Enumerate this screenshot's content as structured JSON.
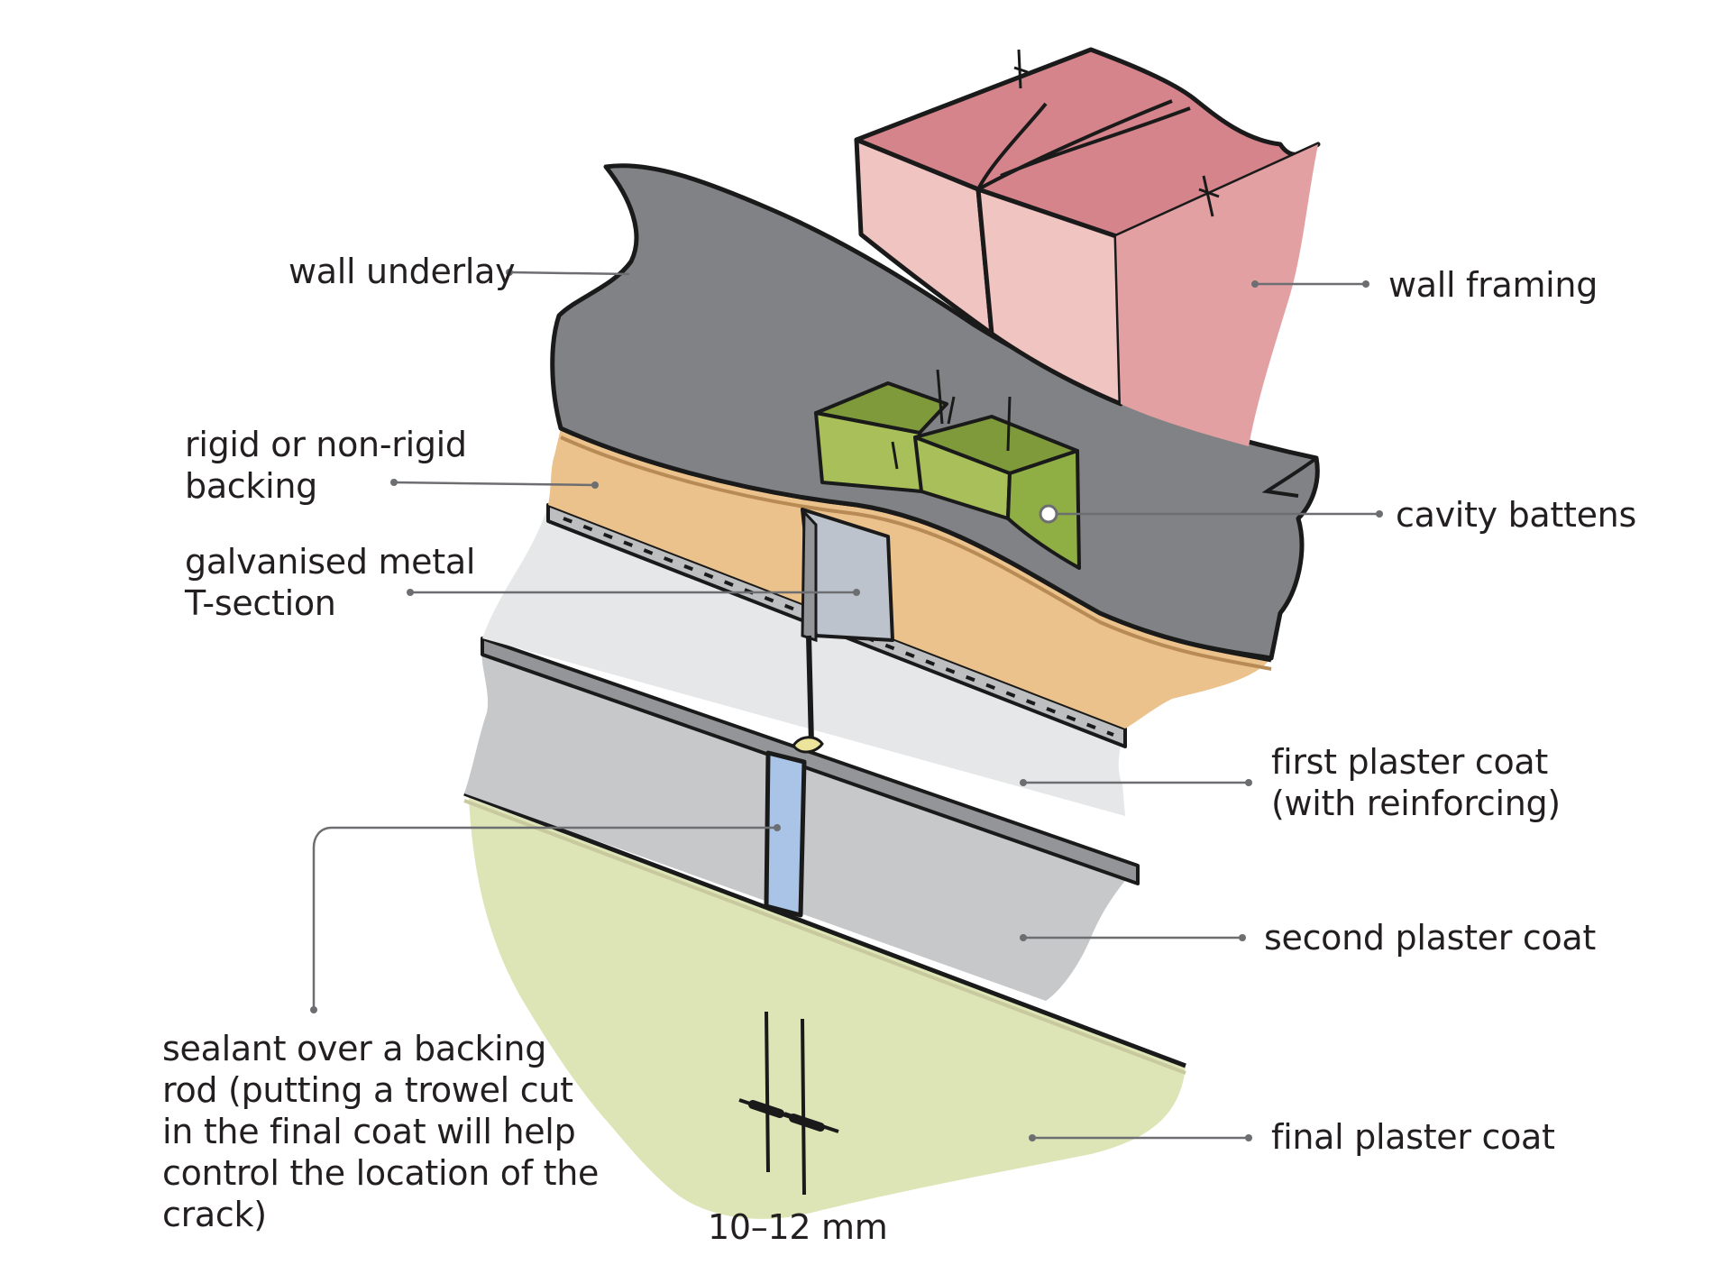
{
  "labels": {
    "wall_underlay": "wall underlay",
    "wall_framing": "wall framing",
    "backing": [
      "rigid or non-rigid",
      "backing"
    ],
    "cavity_battens": "cavity battens",
    "t_section": [
      "galvanised metal",
      "T-section"
    ],
    "first_coat": [
      "first plaster coat",
      "(with reinforcing)"
    ],
    "second_coat": "second plaster coat",
    "sealant": [
      "sealant over a backing",
      "rod (putting a trowel cut",
      "in the final coat will help",
      "control the location of the",
      "crack)"
    ],
    "final_coat": "final plaster coat",
    "dimension": "10–12 mm"
  },
  "colors": {
    "wall_framing_top": "#d4848a",
    "wall_framing_side": "#f0c4c0",
    "wall_underlay": "#808285",
    "backing": "#ebc18c",
    "cavity_battens": "#a9c05a",
    "first_coat": "#e6e7e8",
    "second_coat": "#c7c8ca",
    "final_coat": "#dde5b6",
    "sealant": "#a9c4e6",
    "t_section": "#bcc3cc",
    "outline": "#1a1a1a",
    "leader": "#6d6e71"
  }
}
